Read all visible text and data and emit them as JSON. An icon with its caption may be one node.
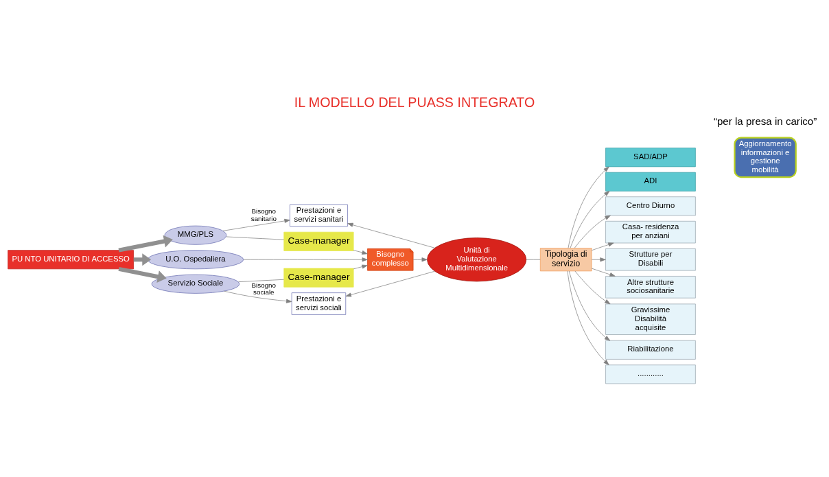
{
  "diagram": {
    "title": "IL MODELLO DEL PUASS INTEGRATO",
    "nodes": [
      {
        "text": [
          "PU NTO UNITARIO DI ACCESSO"
        ]
      },
      {
        "text": [
          "MMG/PLS"
        ]
      },
      {
        "text": [
          "U.O. Ospedaliera"
        ]
      },
      {
        "text": [
          "Servizio Sociale"
        ]
      },
      {
        "text": [
          "Prestazioni e servizi sanitari"
        ]
      },
      {
        "text": [
          "Case-manager"
        ]
      },
      {
        "text": [
          "Bisogno complesso"
        ]
      },
      {
        "text": [
          "Unità di Valutazione Multidimensionale"
        ]
      },
      {
        "text": [
          "Case-manager"
        ]
      },
      {
        "text": [
          "Prestazioni e servizi sociali"
        ]
      },
      {
        "text": [
          "Tipologia di servizio"
        ]
      },
      {
        "text": [
          "SAD/ADP"
        ]
      },
      {
        "text": [
          "ADI"
        ]
      },
      {
        "text": [
          "Centro Diurno"
        ]
      },
      {
        "text": [
          "Casa- residenza per anziani"
        ]
      },
      {
        "text": [
          "Strutture per Disabili"
        ]
      },
      {
        "text": [
          "Altre strutture sociosanitarie"
        ]
      },
      {
        "text": [
          "Gravissime Disabilità acquisite"
        ]
      },
      {
        "text": [
          "Riabilitazione"
        ]
      },
      {
        "text": [
          "............"
        ]
      },
      {
        "text": [
          "Aggiornamento informazioni e gestione mobilità"
        ]
      }
    ],
    "edges": [
      {
        "from": 0,
        "to": 1,
        "arrow": "to",
        "style": "thick"
      },
      {
        "from": 0,
        "to": 2,
        "arrow": "to",
        "style": "thick"
      },
      {
        "from": 0,
        "to": 3,
        "arrow": "to",
        "style": "thick"
      },
      {
        "from": 1,
        "to": 4,
        "arrow": "to",
        "label": "Bisogno sanitario"
      },
      {
        "from": 1,
        "to": 5,
        "arrow": "none"
      },
      {
        "from": 5,
        "to": 6,
        "arrow": "to"
      },
      {
        "from": 2,
        "to": 6,
        "arrow": "to"
      },
      {
        "from": 3,
        "to": 8,
        "arrow": "none"
      },
      {
        "from": 8,
        "to": 6,
        "arrow": "to"
      },
      {
        "from": 3,
        "to": 9,
        "arrow": "to",
        "label": "Bisogno sociale"
      },
      {
        "from": 6,
        "to": 7,
        "arrow": "to"
      },
      {
        "from": 7,
        "to": 4,
        "arrow": "to"
      },
      {
        "from": 7,
        "to": 9,
        "arrow": "to"
      },
      {
        "from": 7,
        "to": 10,
        "arrow": "none"
      },
      {
        "from": 10,
        "to": 11,
        "arrow": "to"
      },
      {
        "from": 10,
        "to": 12,
        "arrow": "to"
      },
      {
        "from": 10,
        "to": 13,
        "arrow": "to"
      },
      {
        "from": 10,
        "to": 14,
        "arrow": "to"
      },
      {
        "from": 10,
        "to": 15,
        "arrow": "to"
      },
      {
        "from": 10,
        "to": 16,
        "arrow": "to"
      },
      {
        "from": 10,
        "to": 17,
        "arrow": "to"
      },
      {
        "from": 10,
        "to": 18,
        "arrow": "to"
      },
      {
        "from": 10,
        "to": 19,
        "arrow": "to"
      }
    ],
    "labels": [
      "“per la presa in carico”"
    ]
  }
}
